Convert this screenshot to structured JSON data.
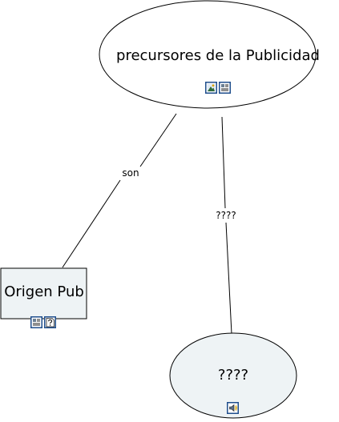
{
  "colors": {
    "node_fill": "#ffffff",
    "node_fill_light": "#eef3f5",
    "node_stroke": "#000000",
    "line": "#000000",
    "icon_frame": "#1f4e8c",
    "icon_bg": "#dfe9f3"
  },
  "nodes": {
    "top": {
      "label": "precursores de la Publicidad",
      "icons": [
        "image-icon",
        "text-document-icon"
      ]
    },
    "left": {
      "label": "Origen Pub",
      "icons": [
        "text-document-icon",
        "help-document-icon"
      ]
    },
    "bottom": {
      "label": "????",
      "icons": [
        "audio-icon"
      ]
    }
  },
  "links": {
    "son": "son",
    "unknown": "????"
  }
}
